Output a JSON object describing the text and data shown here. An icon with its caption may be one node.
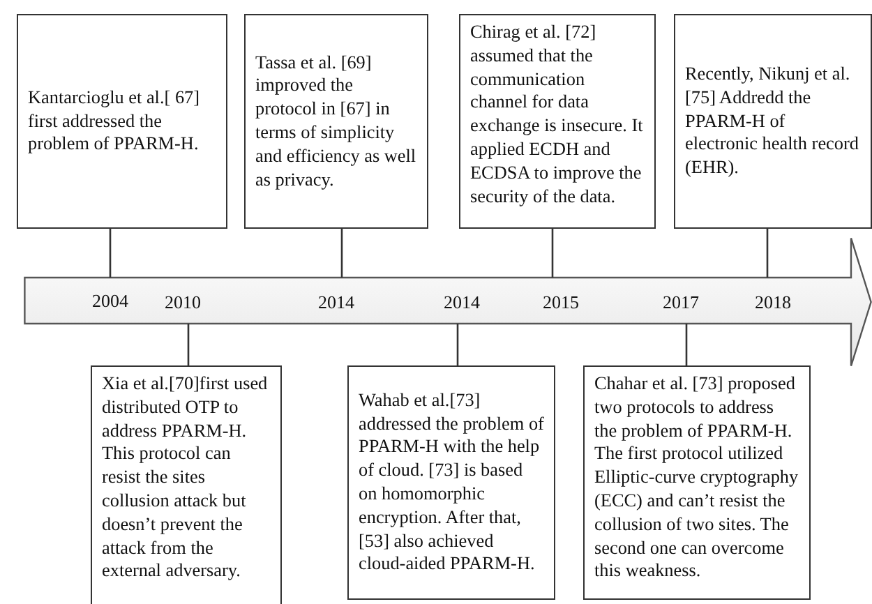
{
  "diagram": {
    "nodes": [
      {
        "text": [
          "Kantarcioglu et al.[ 67] first addressed the problem of PPARM-H."
        ]
      },
      {
        "text": [
          "Xia et al.[70]first used distributed OTP to address PPARM-H. This protocol can resist the sites collusion attack but doesn’t prevent the attack from the external adversary."
        ]
      },
      {
        "text": [
          "Tassa et al. [69] improved the protocol in [67] in terms of simplicity and efficiency as well as privacy."
        ]
      },
      {
        "text": [
          "Wahab et al.[73] addressed the problem of PPARM-H with the help of cloud. [73] is based on homomorphic encryption. After that, [53] also achieved cloud-aided PPARM-H."
        ]
      },
      {
        "text": [
          "Chirag et al. [72] assumed that the communication channel for data exchange is insecure. It applied ECDH and ECDSA to improve the security of the data."
        ]
      },
      {
        "text": [
          "Chahar et al. [73] proposed two protocols to address the problem of PPARM-H. The first protocol utilized Elliptic-curve cryptography (ECC) and can’t resist the collusion of two sites. The second one can overcome this weakness."
        ]
      },
      {
        "text": [
          "Recently, Nikunj et al.[75] Addredd the PPARM-H of electronic health record (EHR)."
        ]
      },
      {
        "text": [],
        "shape": "arrow"
      }
    ],
    "edges": [
      {
        "from": 0,
        "to": 7,
        "arrow": "none"
      },
      {
        "from": 1,
        "to": 7,
        "arrow": "none"
      },
      {
        "from": 2,
        "to": 7,
        "arrow": "none"
      },
      {
        "from": 3,
        "to": 7,
        "arrow": "none"
      },
      {
        "from": 4,
        "to": 7,
        "arrow": "none"
      },
      {
        "from": 5,
        "to": 7,
        "arrow": "none"
      },
      {
        "from": 6,
        "to": 7,
        "arrow": "none"
      }
    ],
    "labels": [
      "2004",
      "2010",
      "2014",
      "2014",
      "2015",
      "2017",
      "2018"
    ]
  }
}
